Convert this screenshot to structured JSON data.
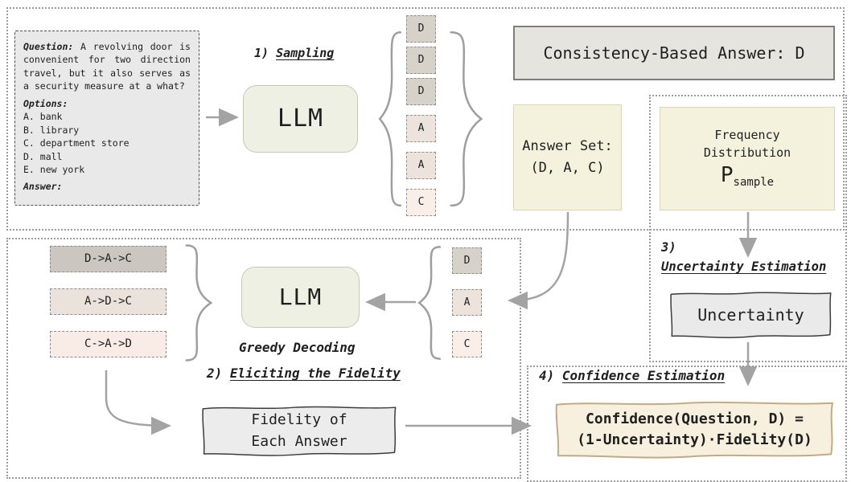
{
  "question_box": {
    "q_label": "Question:",
    "q_text": "A revolving door is convenient for two direction travel, but it also serves as a security measure at a what?",
    "options_label": "Options:",
    "options": [
      "A. bank",
      "B. library",
      "C. department store",
      "D. mall",
      "E. new york"
    ],
    "answer_label": "Answer:"
  },
  "steps": {
    "s1_num": "1)",
    "s1_title": "Sampling",
    "s2_num": "2)",
    "s2_title": "Eliciting the Fidelity",
    "s3_num": "3)",
    "s3_title": "Uncertainty Estimation",
    "s4_num": "4)",
    "s4_title": "Confidence Estimation"
  },
  "llm_label": "LLM",
  "greedy_label": "Greedy Decoding",
  "samples": [
    "D",
    "D",
    "D",
    "A",
    "A",
    "C"
  ],
  "consistency_answer": "Consistency-Based Answer: D",
  "answer_set": {
    "line1": "Answer Set:",
    "line2": "(D, A, C)"
  },
  "frequency": {
    "line1": "Frequency",
    "line2": "Distribution",
    "symbol": "P",
    "subscript": "sample"
  },
  "uncertainty_label": "Uncertainty",
  "sequences": [
    "D->A->C",
    "A->D->C",
    "C->A->D"
  ],
  "answer_targets": [
    "D",
    "A",
    "C"
  ],
  "fidelity": {
    "line1": "Fidelity of",
    "line2": "Each Answer"
  },
  "confidence": {
    "line1": "Confidence(Question, D) =",
    "line2": "(1-Uncertainty)·Fidelity(D)"
  },
  "colors": {
    "ink": "#1f1f1f",
    "question_fill": "#e9e9e9",
    "llm_fill": "#eef0e3",
    "llm_border": "#c6c8b2",
    "sample_d": "#d6d2c9",
    "sample_a": "#ebe3dc",
    "sample_c": "#faeee8",
    "seq1": "#ccc6c0",
    "seq2": "#eae2db",
    "seq3": "#f9ece7",
    "cream_fill": "#f4f1dd",
    "cream_border": "#dbd7b8",
    "consistency_fill": "#e6e4de",
    "note_gray": "#eaeaea",
    "confidence_fill": "#f7f0de",
    "confidence_border": "#c2ab84",
    "arrow": "#a3a3a3",
    "dotted": "#9b9b9b"
  }
}
